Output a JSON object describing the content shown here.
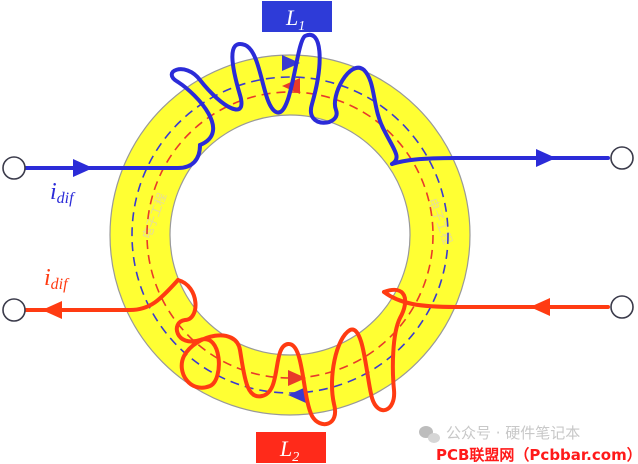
{
  "labels": {
    "l1": {
      "main": "L",
      "sub": "1"
    },
    "l2": {
      "main": "L",
      "sub": "2"
    },
    "idif_top": {
      "main": "i",
      "sub": "dif"
    },
    "idif_bottom": {
      "main": "i",
      "sub": "dif"
    }
  },
  "watermark": {
    "wechat": "公众号 · 硬件笔记本",
    "site": "PCB联盟网（Pcbbar.com）"
  },
  "colors": {
    "core_fill": "#ffff33",
    "core_stroke": "#999999",
    "winding_l1": "#2b2bd8",
    "winding_l2": "#ff3b12",
    "flux_l1": "#3a3ad0",
    "flux_l2": "#e83a2a",
    "label_box_l1": "#2e3bd8",
    "label_box_l2": "#ff2a1a",
    "site_watermark": "#ff1a1a"
  },
  "icons": {
    "terminal": "hollow-circle-icon",
    "arrow": "arrowhead-icon",
    "wechat": "wechat-icon"
  }
}
